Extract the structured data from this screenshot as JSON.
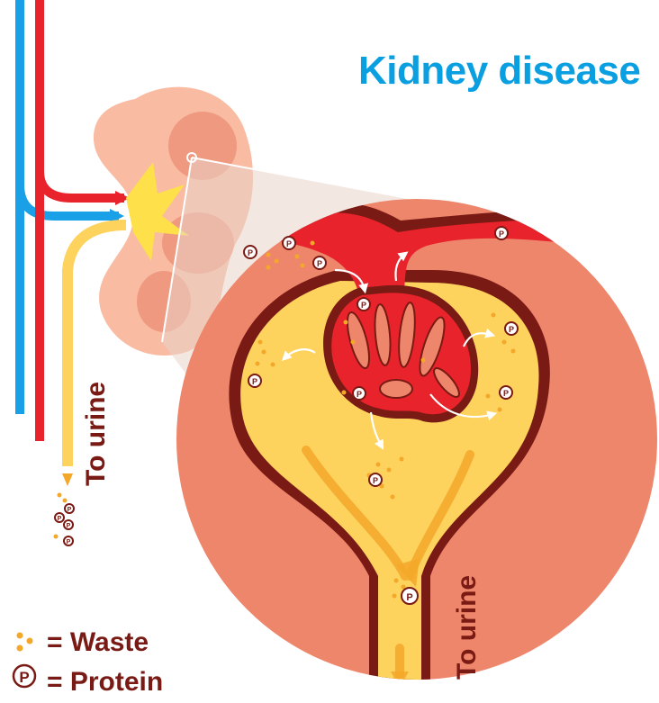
{
  "title": "Kidney disease",
  "labels": {
    "to_urine_left": "To urine",
    "to_urine_right": "To urine"
  },
  "legend": {
    "waste": "= Waste",
    "protein": "= Protein",
    "protein_symbol": "P"
  },
  "colors": {
    "title": "#0a9fe0",
    "artery": "#e8232b",
    "vein": "#1aa0e6",
    "urine": "#fdd25d",
    "kidney": "#f6b49a",
    "tissue": "#ee866b",
    "dark_outline": "#7a1a14",
    "waste_dot": "#f4a82a"
  }
}
